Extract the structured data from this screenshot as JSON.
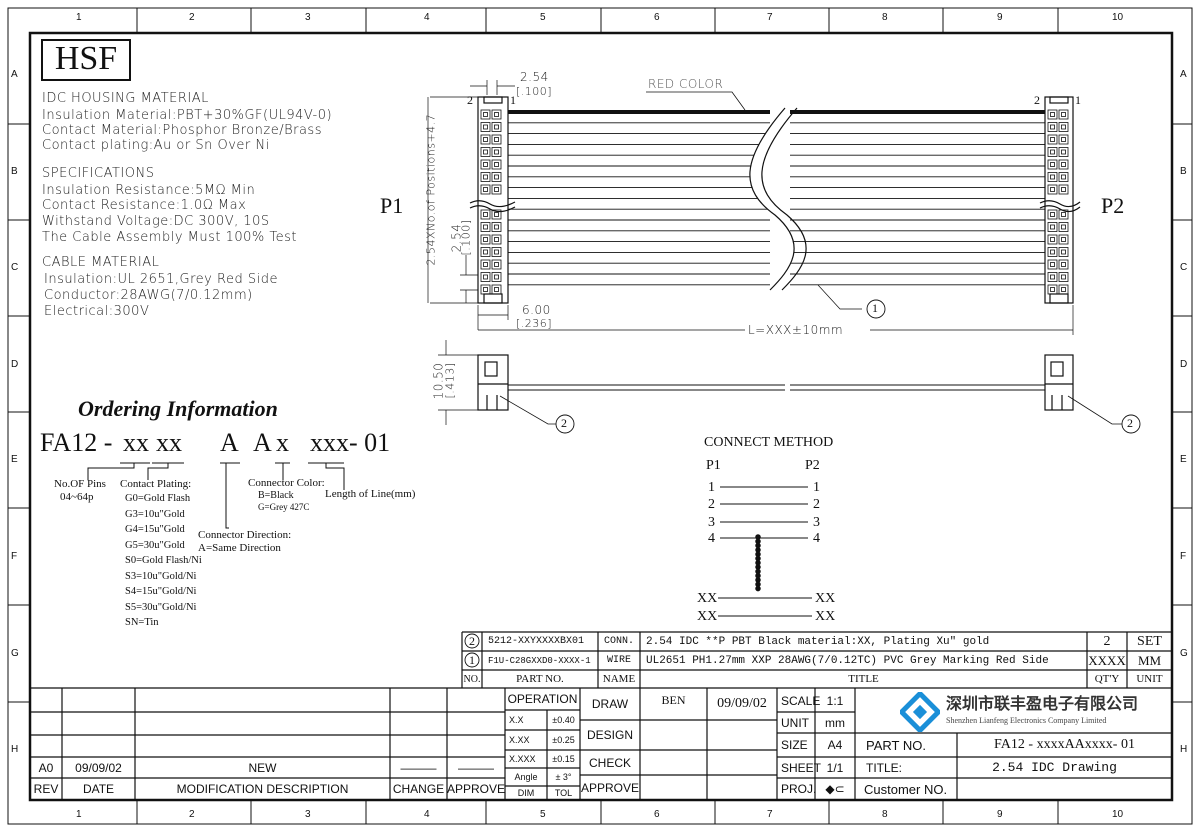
{
  "frame": {
    "columns": [
      "1",
      "2",
      "3",
      "4",
      "5",
      "6",
      "7",
      "8",
      "9",
      "10"
    ],
    "rows": [
      "A",
      "B",
      "C",
      "D",
      "E",
      "F",
      "G",
      "H"
    ]
  },
  "logo": "HSF",
  "notes": {
    "housing_title": "IDC HOUSING MATERIAL",
    "housing": [
      "Insulation Material:PBT+30%GF(UL94V-0)",
      "Contact Material:Phosphor Bronze/Brass",
      "Contact plating:Au or Sn Over Ni"
    ],
    "spec_title": "SPECIFICATIONS",
    "spec": [
      "Insulation Resistance:5MΩ Min",
      "Contact Resistance:1.0Ω Max",
      "Withstand Voltage:DC 300V, 10S",
      "The Cable Assembly Must 100% Test"
    ],
    "cable_title": "CABLE MATERIAL",
    "cable": [
      "Insulation:UL 2651,Grey Red Side",
      "Conductor:28AWG(7/0.12mm)",
      "Electrical:300V"
    ]
  },
  "drawing": {
    "red_color": "RED COLOR",
    "pitch_top": "2.54",
    "pitch_top_in": "[.100]",
    "pitch_side": "2.54",
    "pitch_side_in": "[.100]",
    "height_formula": "2.54XNo.of Positions+4.7",
    "width": "6.00",
    "width_in": "[.236]",
    "length": "L=XXX±10mm",
    "side_height": "10.50",
    "side_height_in": "[.413]",
    "p1": "P1",
    "p2": "P2",
    "pin2": "2",
    "pin1": "1",
    "callout1": "1",
    "callout2": "2"
  },
  "ordering": {
    "title": "Ordering Information",
    "code": [
      "FA12 -",
      "xx",
      "xx",
      "A",
      "A",
      "x",
      "xxx",
      "- 01"
    ],
    "pins_label": "No.OF Pins",
    "pins_range": "04~64p",
    "plating_label": "Contact Plating:",
    "plating": [
      "G0=Gold Flash",
      "G3=10u\"Gold",
      "G4=15u\"Gold",
      "G5=30u\"Gold",
      "S0=Gold Flash/Ni",
      "S3=10u\"Gold/Ni",
      "S4=15u\"Gold/Ni",
      "S5=30u\"Gold/Ni",
      "SN=Tin"
    ],
    "direction_label": "Connector Direction:",
    "direction": "A=Same Direction",
    "color_label": "Connector Color:",
    "colors": [
      "B=Black",
      "G=Grey 427C"
    ],
    "length_label": "Length of Line(mm)"
  },
  "connect": {
    "title": "CONNECT METHOD",
    "p1": "P1",
    "p2": "P2",
    "rows": [
      [
        "1",
        "1"
      ],
      [
        "2",
        "2"
      ],
      [
        "3",
        "3"
      ],
      [
        "4",
        "4"
      ],
      [
        "XX",
        "XX"
      ],
      [
        "XX",
        "XX"
      ]
    ]
  },
  "bom": {
    "headers": {
      "no": "NO.",
      "part": "PART NO.",
      "name": "NAME",
      "title": "TITLE",
      "qty": "QT'Y",
      "unit": "UNIT"
    },
    "rows": [
      {
        "no": "2",
        "part": "5212-XXYXXXXBX01",
        "name": "CONN.",
        "title": "2.54 IDC **P PBT Black material:XX, Plating Xu\" gold",
        "qty": "2",
        "unit": "SET"
      },
      {
        "no": "1",
        "part": "F1U-C28GXXD0-XXXX-1",
        "name": "WIRE",
        "title": "UL2651 PH1.27mm XXP 28AWG(7/0.12TC) PVC Grey Marking Red Side",
        "qty": "XXXX",
        "unit": "MM"
      }
    ]
  },
  "revision": {
    "row": {
      "rev": "A0",
      "date": "09/09/02",
      "desc": "NEW",
      "change": "———",
      "approve": "———"
    },
    "headers": {
      "rev": "REV",
      "date": "DATE",
      "desc": "MODIFICATION DESCRIPTION",
      "change": "CHANGE",
      "approve": "APPROVE"
    }
  },
  "tolerance": {
    "title": "OPERATION",
    "rows": [
      [
        "X.X",
        "±0.40"
      ],
      [
        "X.XX",
        "±0.25"
      ],
      [
        "X.XXX",
        "±0.15"
      ],
      [
        "Angle",
        "± 3°"
      ]
    ],
    "dim": "DIM",
    "tol": "TOL"
  },
  "approval": {
    "draw": "DRAW",
    "design": "DESIGN",
    "check": "CHECK",
    "approve": "APPROVE",
    "drawer": "BEN",
    "draw_date": "09/09/02"
  },
  "info": {
    "scale_label": "SCALE",
    "scale": "1:1",
    "unit_label": "UNIT",
    "unit": "mm",
    "size_label": "SIZE",
    "size": "A4",
    "sheet_label": "SHEET",
    "sheet": "1/1",
    "proj_label": "PROJ.",
    "proj": "◆⊂",
    "part_label": "PART NO.",
    "part": "FA12 - xxxxAAxxxx- 01",
    "title_label": "TITLE:",
    "title": "2.54 IDC Drawing",
    "customer_label": "Customer NO."
  },
  "company": {
    "name_cn": "深圳市联丰盈电子有限公司",
    "name_en": "Shenzhen Lianfeng Electronics Company Limited",
    "color": "#1a8fd8"
  }
}
